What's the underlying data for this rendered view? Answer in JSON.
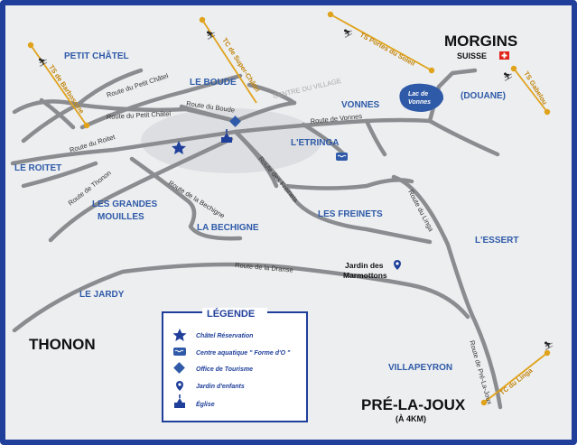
{
  "areas": {
    "petit_chatel": "PETIT CHÂTEL",
    "le_boude": "LE BOUDE",
    "vonnes": "VONNES",
    "douane": "(DOUANE)",
    "le_roitet": "LE ROITET",
    "l_etringa": "L'ETRINGA",
    "les_grandes": "LES GRANDES",
    "mouilles": "MOUILLES",
    "la_bechigne": "LA BECHIGNE",
    "les_freinets": "LES FREINETS",
    "l_essert": "L'ESSERT",
    "le_jardy": "LE JARDY",
    "villapeyron": "VILLAPEYRON",
    "centre_village": "CENTRE DU VILLAGE"
  },
  "cities": {
    "morgins": "MORGINS",
    "suisse": "SUISSE",
    "thonon": "THONON",
    "pre_la_joux": "PRÉ-LA-JOUX",
    "a_4km": "(À 4KM)"
  },
  "roads": {
    "petit_chatel_1": "Route du Petit Châtel",
    "petit_chatel_2": "Route du Petit Châtel",
    "boude": "Route du Boude",
    "vonnes": "Route de Vonnes",
    "roitet": "Route du Roitet",
    "thonon": "Route de Thonon",
    "bechigne": "Route de la Bechigne",
    "freinets": "Route des Freinets",
    "linga": "Route du Linga",
    "dranse": "Route de la Dranse",
    "pre_la_joux": "Route de Pré-La-Joux"
  },
  "lifts": {
    "barbossine": "TS de Barbossine",
    "super_chatel": "TC de Super-Châtel",
    "portes_soleil": "TS Portes du Soleil",
    "gabelou": "TS Gabelou",
    "linga": "TC du Linga"
  },
  "lake": {
    "line1": "Lac de",
    "line2": "Vonnes"
  },
  "poi": {
    "jardin_line1": "Jardin des",
    "jardin_line2": "Marmottons"
  },
  "legend": {
    "title": "LÉGENDE",
    "items": [
      {
        "icon": "star-icon",
        "label": "Châtel Réservation"
      },
      {
        "icon": "pool-icon",
        "label": "Centre aquatique \" Forme d'O \""
      },
      {
        "icon": "tourism-office-icon",
        "label": "Office de Tourisme"
      },
      {
        "icon": "pin-icon",
        "label": "Jardin d'enfants"
      },
      {
        "icon": "church-icon",
        "label": "Église"
      }
    ]
  },
  "colors": {
    "border": "#1f3f9a",
    "road": "#8a8c90",
    "lift": "#e0a21a",
    "area_text": "#2f5aa8",
    "lake": "#2f5aa8"
  }
}
